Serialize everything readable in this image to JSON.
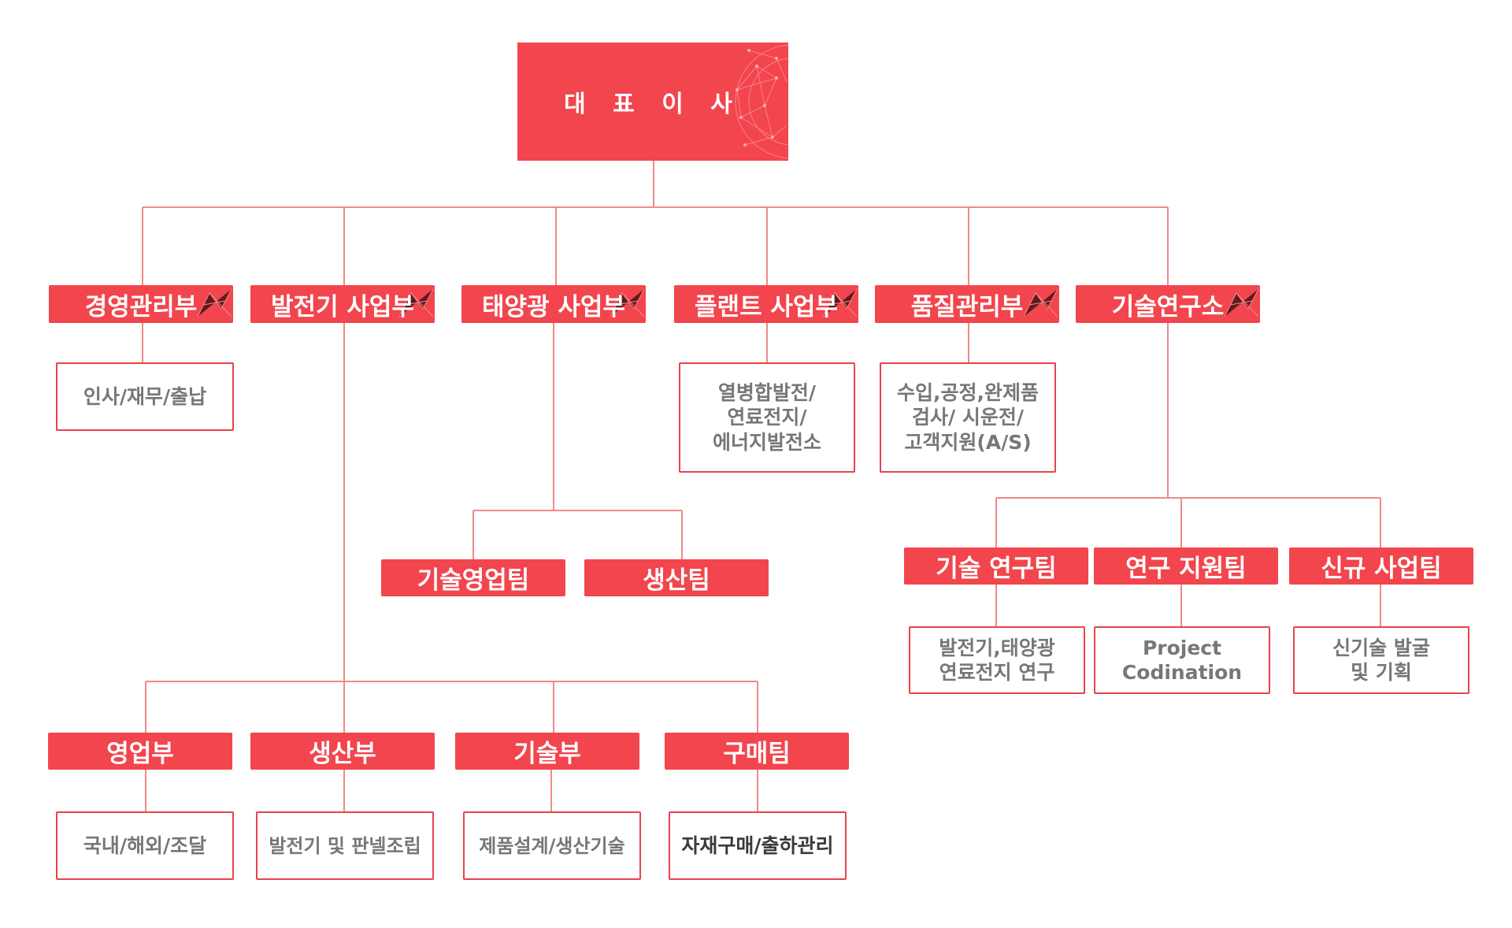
{
  "colors": {
    "accent": "#f2454d",
    "line": "#f08a8a",
    "box_text": "#777777"
  },
  "ceo": {
    "label": "대 표 이 사"
  },
  "departments": {
    "management": {
      "label": "경영관리부",
      "duties": "인사/재무/출납"
    },
    "generator": {
      "label": "발전기 사업부"
    },
    "solar": {
      "label": "태양광 사업부"
    },
    "plant": {
      "label": "플랜트 사업부",
      "duties": "열병합발전/\n연료전지/\n에너지발전소"
    },
    "quality": {
      "label": "품질관리부",
      "duties": "수입,공정,완제품\n검사/ 시운전/\n고객지원(A/S)"
    },
    "research": {
      "label": "기술연구소"
    }
  },
  "solar_teams": {
    "tech_sales": {
      "label": "기술영업팀"
    },
    "production": {
      "label": "생산팀"
    }
  },
  "research_teams": {
    "tech_research": {
      "label": "기술 연구팀",
      "duties": "발전기,태양광\n연료전지 연구"
    },
    "research_support": {
      "label": "연구 지원팀",
      "duties": "Project\nCodination"
    },
    "new_business": {
      "label": "신규 사업팀",
      "duties": "신기술 발굴\n및 기획"
    }
  },
  "generator_units": {
    "sales": {
      "label": "영업부",
      "duties": "국내/해외/조달"
    },
    "production": {
      "label": "생산부",
      "duties": "발전기 및 판넬조립"
    },
    "technology": {
      "label": "기술부",
      "duties": "제품설계/생산기술"
    },
    "purchasing": {
      "label": "구매팀",
      "duties": "자재구매/출하관리"
    }
  }
}
